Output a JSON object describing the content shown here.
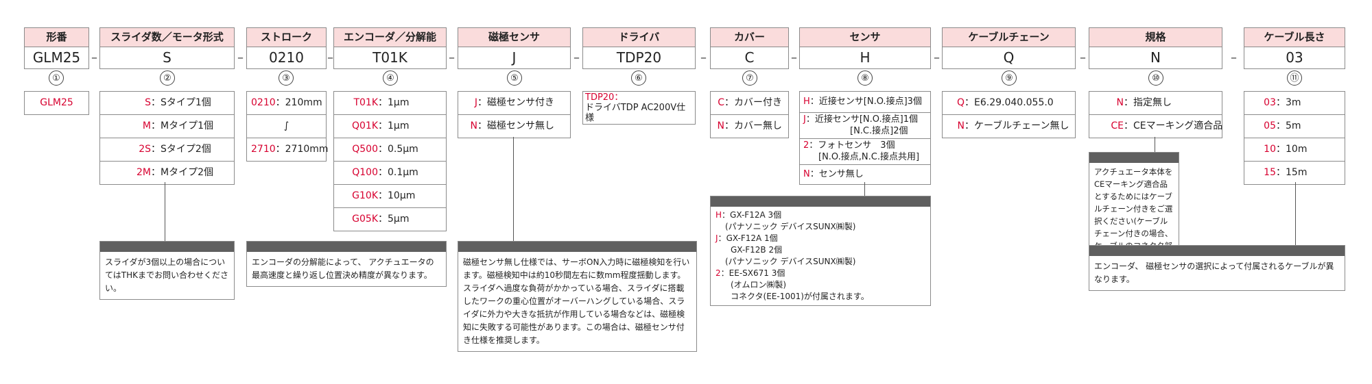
{
  "headers": [
    "形番",
    "スライダ数／モータ形式",
    "ストローク",
    "エンコーダ／分解能",
    "磁極センサ",
    "ドライバ",
    "カバー",
    "センサ",
    "ケーブルチェーン",
    "規格",
    "ケーブル長さ"
  ],
  "values": [
    "GLM25",
    "S",
    "0210",
    "T01K",
    "J",
    "TDP20",
    "C",
    "H",
    "Q",
    "N",
    "03"
  ],
  "numbers": [
    "①",
    "②",
    "③",
    "④",
    "⑤",
    "⑥",
    "⑦",
    "⑧",
    "⑨",
    "⑩",
    "⑪"
  ],
  "dash": "–",
  "colon": "：",
  "model": {
    "code": "GLM25"
  },
  "slider": [
    {
      "code": "S",
      "label": "Sタイプ1個"
    },
    {
      "code": "M",
      "label": "Mタイプ1個"
    },
    {
      "code": "2S",
      "label": "Sタイプ2個"
    },
    {
      "code": "2M",
      "label": "Mタイプ2個"
    }
  ],
  "slider_note": "スライダが3個以上の場合についてはTHKまでお問い合わせください。",
  "stroke": {
    "min_code": "0210",
    "min_label": "210mm",
    "tilde": "∫",
    "max_code": "2710",
    "max_label": "2710mm"
  },
  "encoder": [
    {
      "code": "T01K",
      "label": "1μm"
    },
    {
      "code": "Q01K",
      "label": "1μm"
    },
    {
      "code": "Q500",
      "label": "0.5μm"
    },
    {
      "code": "Q100",
      "label": "0.1μm"
    },
    {
      "code": "G10K",
      "label": "10μm"
    },
    {
      "code": "G05K",
      "label": "5μm"
    }
  ],
  "encoder_note": "エンコーダの分解能によって、 アクチュエータの最高速度と繰り返し位置決め精度が異なります。",
  "magnet": [
    {
      "code": "J",
      "label": "磁極センサ付き"
    },
    {
      "code": "N",
      "label": "磁極センサ無し"
    }
  ],
  "magnet_note": "磁極センサ無し仕様では、サーボON入力時に磁極検知を行います。磁極検知中は約10秒間左右に数mm程度揺動します。スライダへ過度な負荷がかかっている場合、スライダに搭載したワークの重心位置がオーバーハングしている場合、スライダに外力や大きな抵抗が作用している場合などは、磁極検知に失敗する可能性があります。この場合は、磁極センサ付き仕様を推奨します。",
  "driver": {
    "code": "TDP20：",
    "label": "ドライバTDP AC200V仕様"
  },
  "cover": [
    {
      "code": "C",
      "label": "カバー付き"
    },
    {
      "code": "N",
      "label": "カバー無し"
    }
  ],
  "sensor": {
    "h_code": "H",
    "h_label": "近接センサ[N.O.接点]3個",
    "j_code": "J",
    "j_label1": "近接センサ[N.O.接点]1個",
    "j_label2": "[N.C.接点]2個",
    "two_code": "2",
    "two_label1": "フォトセンサ　3個",
    "two_label2": "[N.O.接点,N.C.接点共用]",
    "n_code": "N",
    "n_label": "センサ無し"
  },
  "sensor_note": {
    "h_code": "H",
    "h_line1": "GX-F12A 3個",
    "h_line2": "(パナソニック デバイスSUNX㈱製)",
    "j_code": "J",
    "j_line1": "GX-F12A 1個",
    "j_line2": "GX-F12B 2個",
    "j_line3": "(パナソニック デバイスSUNX㈱製)",
    "two_code": "2",
    "two_line1": "EE-SX671 3個",
    "two_line2": "(オムロン㈱製)",
    "two_line3": "コネクタ(EE-1001)が付属されます。"
  },
  "chain": [
    {
      "code": "Q",
      "label": "E6.29.040.055.0"
    },
    {
      "code": "N",
      "label": "ケーブルチェーン無し"
    }
  ],
  "standard": [
    {
      "code": "N",
      "label": "指定無し"
    },
    {
      "code": "CE",
      "label": "CEマーキング適合品"
    }
  ],
  "standard_note": "アクチュエータ本体をCEマーキング適合品とするためにはケーブルチェーン付きをご選択ください(ケーブルチェーン付きの場合、ケーブルのコネクタ部に保護カバーが付きます)。",
  "cable": [
    {
      "code": "03",
      "label": "3m"
    },
    {
      "code": "05",
      "label": "5m"
    },
    {
      "code": "10",
      "label": "10m"
    },
    {
      "code": "15",
      "label": "15m"
    }
  ],
  "cable_note": "エンコーダ、 磁極センサの選択によって付属されるケーブルが異なります。"
}
